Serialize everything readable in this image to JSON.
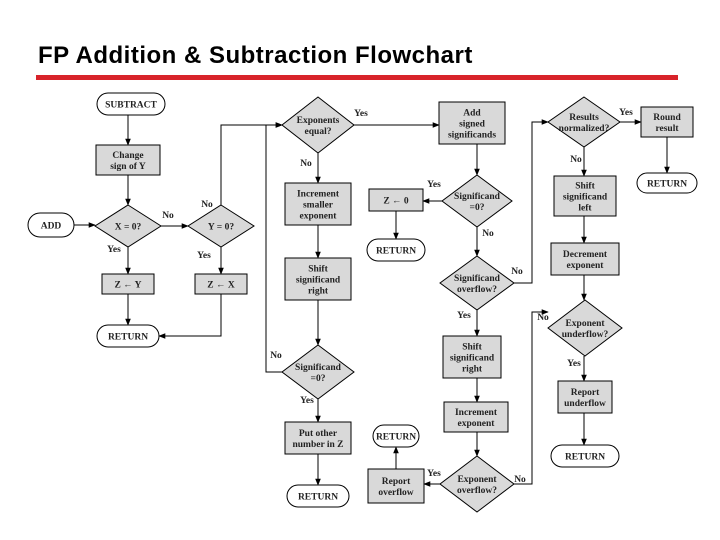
{
  "title": "FP Addition & Subtraction Flowchart",
  "colors": {
    "title_rule": "#d8232a",
    "node_fill": "#d9d9d9",
    "terminal_fill": "#ffffff",
    "line": "#000000"
  },
  "nodes": [
    {
      "id": "subtract",
      "kind": "terminal",
      "lines": [
        "SUBTRACT"
      ]
    },
    {
      "id": "change-sign",
      "kind": "process",
      "lines": [
        "Change",
        "sign of Y"
      ]
    },
    {
      "id": "add",
      "kind": "terminal",
      "lines": [
        "ADD"
      ]
    },
    {
      "id": "x-zero",
      "kind": "decision",
      "lines": [
        "X = 0?"
      ]
    },
    {
      "id": "y-zero",
      "kind": "decision",
      "lines": [
        "Y = 0?"
      ]
    },
    {
      "id": "z-from-y",
      "kind": "process",
      "lines": [
        "Z ← Y"
      ]
    },
    {
      "id": "z-from-x",
      "kind": "process",
      "lines": [
        "Z ← X"
      ]
    },
    {
      "id": "return-1",
      "kind": "terminal",
      "lines": [
        "RETURN"
      ]
    },
    {
      "id": "exponents-equal",
      "kind": "decision",
      "lines": [
        "Exponents",
        "equal?"
      ]
    },
    {
      "id": "increment-smaller",
      "kind": "process",
      "lines": [
        "Increment",
        "smaller",
        "exponent"
      ]
    },
    {
      "id": "shift-significand-right",
      "kind": "process",
      "lines": [
        "Shift",
        "significand",
        "right"
      ]
    },
    {
      "id": "significand-zero-1",
      "kind": "decision",
      "lines": [
        "Significand",
        "=0?"
      ]
    },
    {
      "id": "put-other",
      "kind": "process",
      "lines": [
        "Put other",
        "number in Z"
      ]
    },
    {
      "id": "return-2",
      "kind": "terminal",
      "lines": [
        "RETURN"
      ]
    },
    {
      "id": "add-signed",
      "kind": "process",
      "lines": [
        "Add",
        "signed",
        "significands"
      ]
    },
    {
      "id": "z-zero",
      "kind": "process",
      "lines": [
        "Z ←   0"
      ]
    },
    {
      "id": "significand-zero-2",
      "kind": "decision",
      "lines": [
        "Significand",
        "=0?"
      ]
    },
    {
      "id": "return-3",
      "kind": "terminal",
      "lines": [
        "RETURN"
      ]
    },
    {
      "id": "significand-overflow",
      "kind": "decision",
      "lines": [
        "Significand",
        "overflow?"
      ]
    },
    {
      "id": "shift-significand-right-2",
      "kind": "process",
      "lines": [
        "Shift",
        "significand",
        "right"
      ]
    },
    {
      "id": "increment-exponent",
      "kind": "process",
      "lines": [
        "Increment",
        "exponent"
      ]
    },
    {
      "id": "exponent-overflow",
      "kind": "decision",
      "lines": [
        "Exponent",
        "overflow?"
      ]
    },
    {
      "id": "report-overflow",
      "kind": "process",
      "lines": [
        "Report",
        "overflow"
      ]
    },
    {
      "id": "return-4",
      "kind": "terminal",
      "lines": [
        "RETURN"
      ]
    },
    {
      "id": "results-normalized",
      "kind": "decision",
      "lines": [
        "Results",
        "normalized?"
      ]
    },
    {
      "id": "round-result",
      "kind": "process",
      "lines": [
        "Round",
        "result"
      ]
    },
    {
      "id": "return-5",
      "kind": "terminal",
      "lines": [
        "RETURN"
      ]
    },
    {
      "id": "shift-significand-left",
      "kind": "process",
      "lines": [
        "Shift",
        "significand",
        "left"
      ]
    },
    {
      "id": "decrement-exponent",
      "kind": "process",
      "lines": [
        "Decrement",
        "exponent"
      ]
    },
    {
      "id": "exponent-underflow",
      "kind": "decision",
      "lines": [
        "Exponent",
        "underflow?"
      ]
    },
    {
      "id": "report-underflow",
      "kind": "process",
      "lines": [
        "Report",
        "underflow"
      ]
    },
    {
      "id": "return-6",
      "kind": "terminal",
      "lines": [
        "RETURN"
      ]
    }
  ],
  "edge_labels": [
    "Yes",
    "No"
  ]
}
